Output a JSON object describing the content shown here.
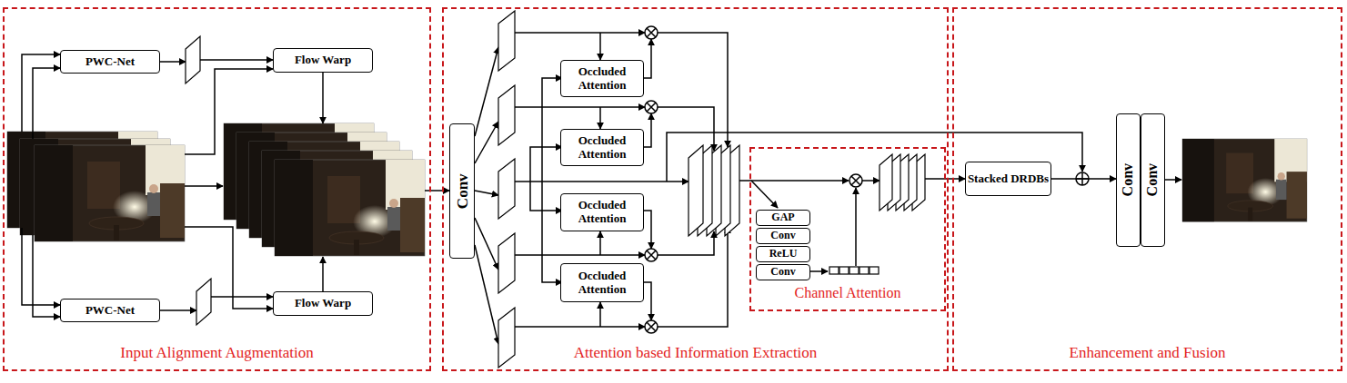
{
  "diagram": {
    "nodes": [
      {
        "text": [
          "Input Alignment Augmentation"
        ]
      },
      {
        "text": [
          "PWC-Net"
        ],
        "in": 0
      },
      {
        "text": [
          "Flow Warp"
        ],
        "in": 0
      },
      {
        "text": [
          "PWC-Net"
        ],
        "in": 0
      },
      {
        "text": [
          "Flow Warp"
        ],
        "in": 0
      },
      {
        "text": [
          "Attention based Information Extraction"
        ]
      },
      {
        "text": [
          "Conv"
        ],
        "in": 5
      },
      {
        "text": [
          "Occluded Attention"
        ],
        "in": 5
      },
      {
        "text": [
          "Occluded Attention"
        ],
        "in": 5
      },
      {
        "text": [
          "Occluded Attention"
        ],
        "in": 5
      },
      {
        "text": [
          "Occluded Attention"
        ],
        "in": 5
      },
      {
        "text": [
          "Channel Attention"
        ],
        "in": 5
      },
      {
        "text": [
          "GAP"
        ],
        "in": 11
      },
      {
        "text": [
          "Conv"
        ],
        "in": 11
      },
      {
        "text": [
          "ReLU"
        ],
        "in": 11
      },
      {
        "text": [
          "Conv"
        ],
        "in": 11
      },
      {
        "text": [
          "Enhancement and Fusion"
        ]
      },
      {
        "text": [
          "Stacked DRDBs"
        ],
        "in": 16
      },
      {
        "text": [
          "Conv"
        ],
        "in": 16
      },
      {
        "text": [
          "Conv"
        ],
        "in": 16
      }
    ],
    "edges": [
      {
        "from": 17,
        "to": 18,
        "arrow": "to"
      }
    ]
  }
}
